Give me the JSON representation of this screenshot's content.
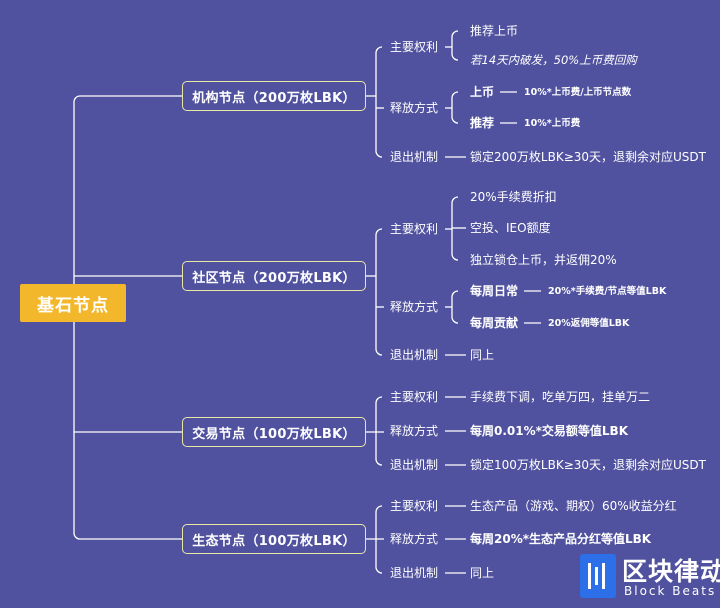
{
  "root": {
    "label": "基石节点"
  },
  "nodes": [
    {
      "title": "机构节点（200万枚LBK）",
      "rights_label": "主要权利",
      "rights": [
        "推荐上币",
        "若14天内破发，50%上币费回购"
      ],
      "release_label": "释放方式",
      "release": [
        {
          "name": "上币",
          "desc": "10%*上币费/上币节点数"
        },
        {
          "name": "推荐",
          "desc": "10%*上币费"
        }
      ],
      "exit_label": "退出机制",
      "exit": "锁定200万枚LBK≥30天，退剩余对应USDT"
    },
    {
      "title": "社区节点（200万枚LBK）",
      "rights_label": "主要权利",
      "rights": [
        "20%手续费折扣",
        "空投、IEO额度",
        "独立锁仓上币，并返佣20%"
      ],
      "release_label": "释放方式",
      "release": [
        {
          "name": "每周日常",
          "desc": "20%*手续费/节点等值LBK"
        },
        {
          "name": "每周贡献",
          "desc": "20%返佣等值LBK"
        }
      ],
      "exit_label": "退出机制",
      "exit": "同上"
    },
    {
      "title": "交易节点（100万枚LBK）",
      "rights_label": "主要权利",
      "rights": [
        "手续费下调，吃单万四，挂单万二"
      ],
      "release_label": "释放方式",
      "release_text": "每周0.01%*交易额等值LBK",
      "exit_label": "退出机制",
      "exit": "锁定100万枚LBK≥30天，退剩余对应USDT"
    },
    {
      "title": "生态节点（100万枚LBK）",
      "rights_label": "主要权利",
      "rights": [
        "生态产品（游戏、期权）60%收益分红"
      ],
      "release_label": "释放方式",
      "release_text": "每周20%*生态产品分红等值LBK",
      "exit_label": "退出机制",
      "exit": "同上"
    }
  ],
  "logo": {
    "cn": "区块律动",
    "en": "Block Beats"
  },
  "colors": {
    "background": "#51529f",
    "root": "#f2b72a",
    "node_border": "#e8e8a4",
    "logo_icon": "#2d6fe8"
  }
}
